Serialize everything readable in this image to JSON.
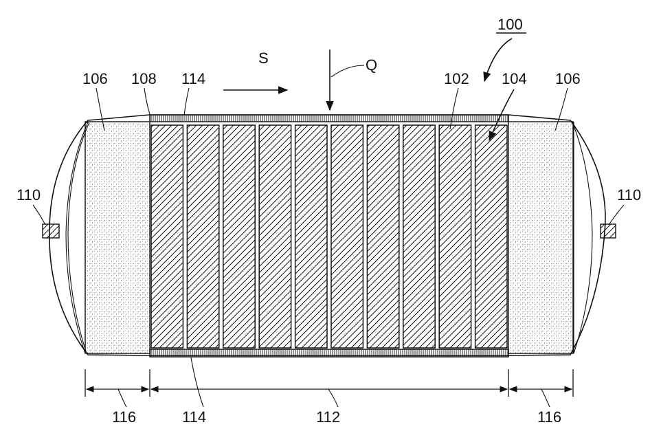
{
  "labels": {
    "assembly": "100",
    "cell": "102",
    "cell_arrow": "104",
    "end_block_left": "106",
    "end_block_right": "106",
    "casing": "108",
    "terminal_left": "110",
    "terminal_right": "110",
    "top_band": "114",
    "bottom_band": "114",
    "cell_region": "112",
    "end_region_left": "116",
    "end_region_right": "116",
    "direction_s": "S",
    "direction_q": "Q"
  },
  "cells": {
    "count": 10
  },
  "colors": {
    "ink": "#111111",
    "background": "#ffffff"
  }
}
